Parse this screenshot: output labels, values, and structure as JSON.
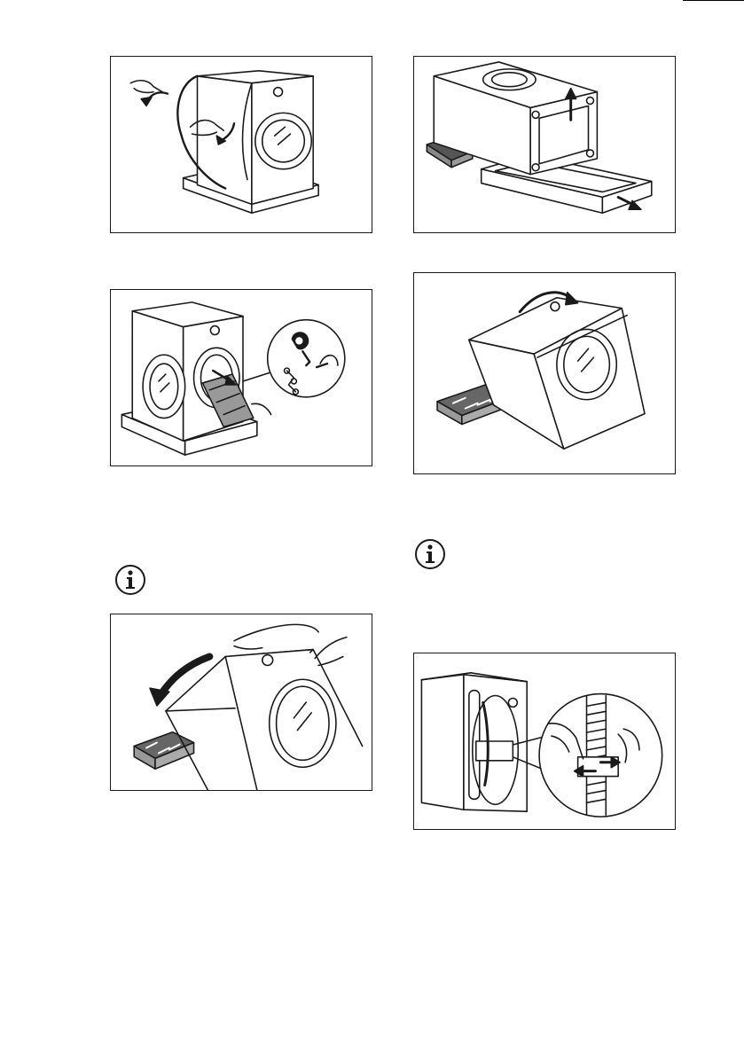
{
  "page": {
    "figures": [
      {
        "name": "unpack-cover"
      },
      {
        "name": "lift-frame"
      },
      {
        "name": "remove-screws"
      },
      {
        "name": "tilt-on-side"
      },
      {
        "name": "tilt-backward"
      },
      {
        "name": "remove-hose-clamp"
      }
    ],
    "notes": [
      {
        "icon": "info-icon"
      },
      {
        "icon": "info-icon"
      }
    ]
  }
}
